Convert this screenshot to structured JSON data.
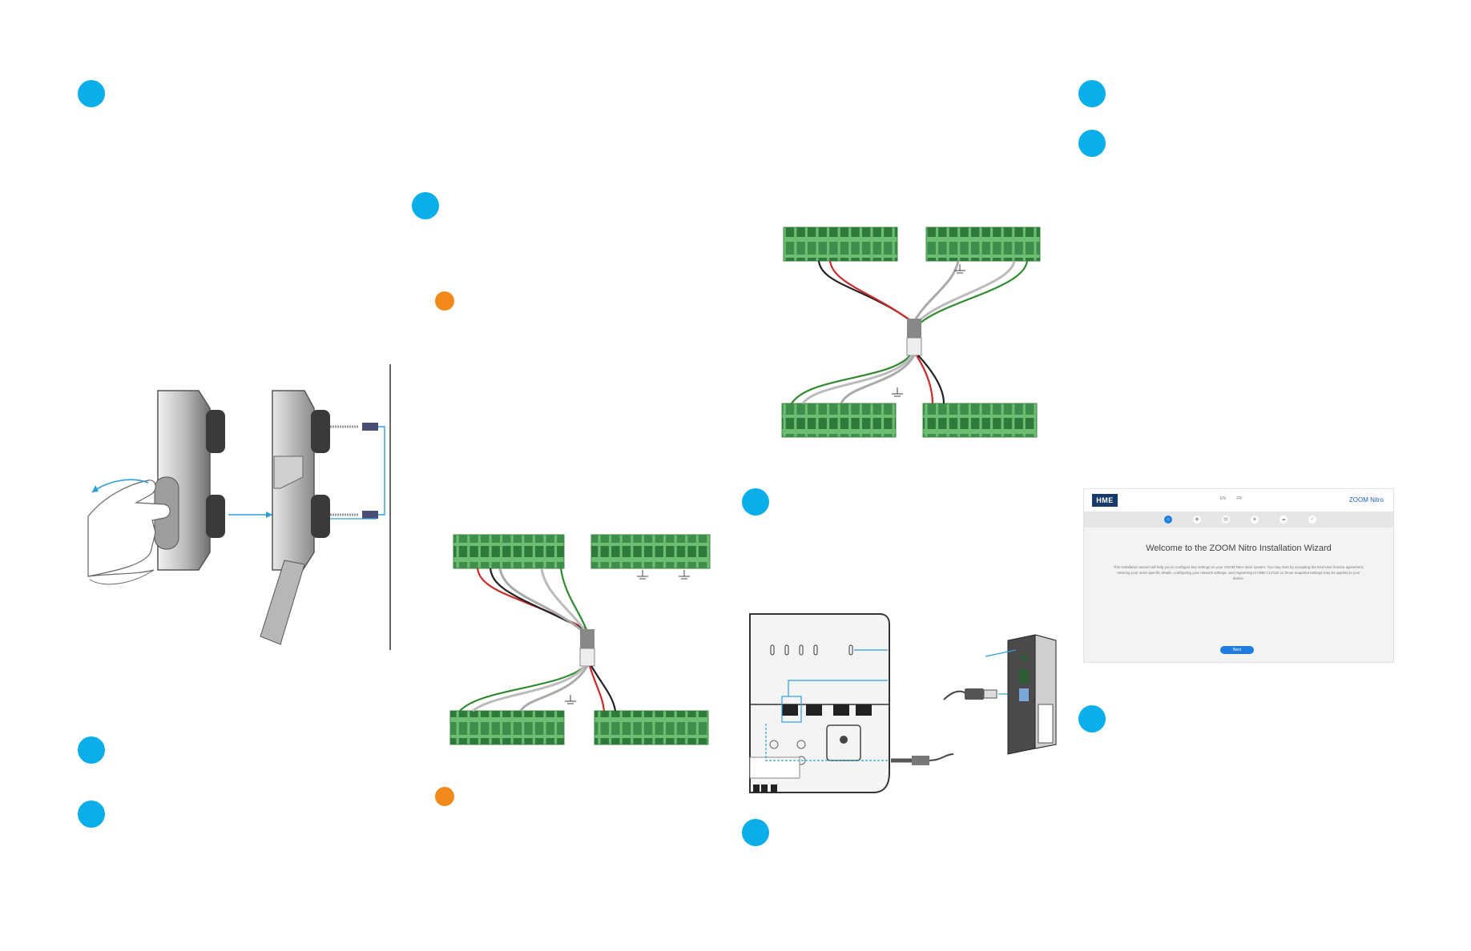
{
  "wizard": {
    "logo": "HME",
    "lang_en": "EN",
    "lang_fr": "FR",
    "brand": "ZOOM Nitro",
    "title": "Welcome to the ZOOM Nitro Installation Wizard",
    "body": "This installation wizard will help you to configure key settings on your ZOOM Nitro timer system. You may start by accepting the End-User license agreement, entering your store specific details, configuring your network settings, and registering to HME CLOUD so those snapshot settings may be applied to your device.",
    "next_label": "Next",
    "step_icons": [
      "home-icon",
      "eye-icon",
      "store-icon",
      "network-icon",
      "cloud-icon",
      "check-icon"
    ]
  },
  "colors": {
    "step_marker": "#0aaeea",
    "note_marker": "#f28a1b",
    "terminal_green": "#6cbf72",
    "guide_line": "#2a9fd8",
    "wizard_accent": "#1f7de0",
    "hme_navy": "#163a6b"
  }
}
